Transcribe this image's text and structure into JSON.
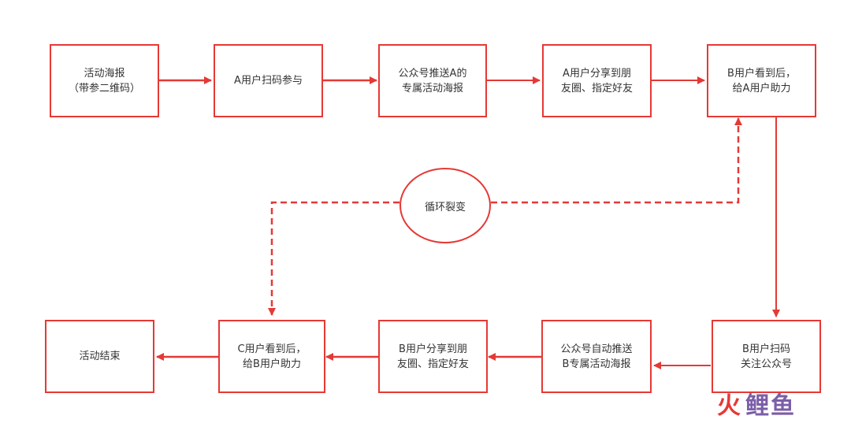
{
  "colors": {
    "accent": "#e53935",
    "text": "#333333",
    "watermark_primary": "#e53935",
    "watermark_secondary": "#7b5ea7"
  },
  "nodes": {
    "poster": {
      "line1": "活动海报",
      "line2": "（带参二维码）"
    },
    "scan_join": {
      "line1": "A用户扫码参与"
    },
    "push_a_poster": {
      "line1": "公众号推送A的",
      "line2": "专属活动海报"
    },
    "a_share": {
      "line1": "A用户分享到朋",
      "line2": "友圈、指定好友"
    },
    "b_help_a": {
      "line1": "B用户看到后，",
      "line2": "给A用户助力"
    },
    "b_follow": {
      "line1": "B用户扫码",
      "line2": "关注公众号"
    },
    "push_b_poster": {
      "line1": "公众号自动推送",
      "line2": "B专属活动海报"
    },
    "b_share": {
      "line1": "B用户分享到朋",
      "line2": "友圈、指定好友"
    },
    "c_help_b": {
      "line1": "C用户看到后，",
      "line2": "给B用户助力"
    },
    "end": {
      "line1": "活动结束"
    }
  },
  "loop": {
    "label": "循环裂变"
  },
  "watermark": {
    "fire": "火",
    "rest": "鲤鱼"
  }
}
